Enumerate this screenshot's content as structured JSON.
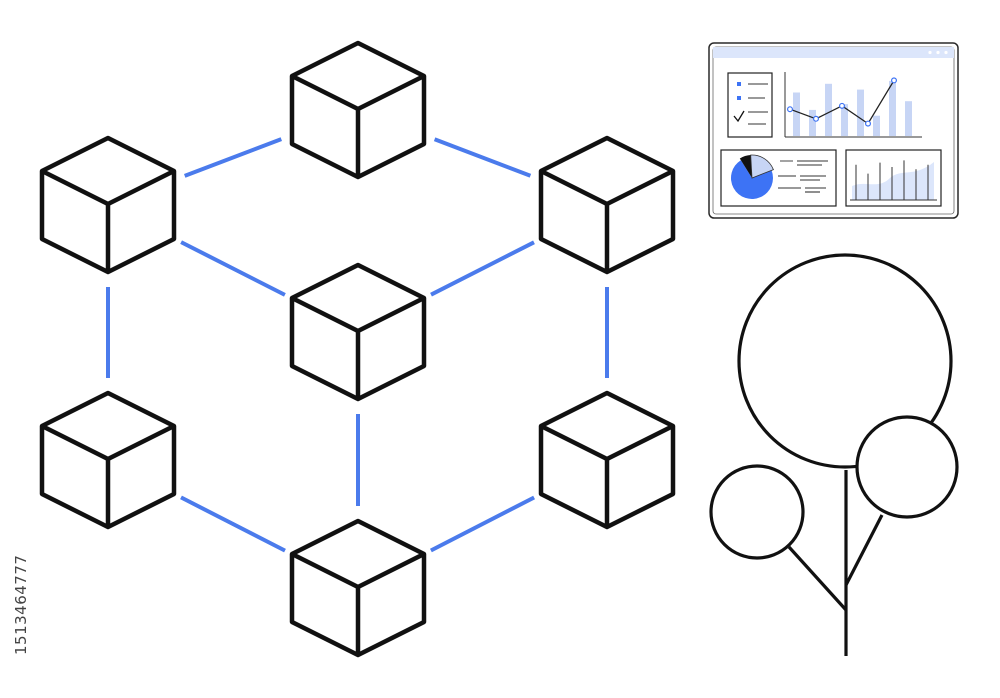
{
  "colors": {
    "outline": "#111111",
    "connector": "#4b7bec",
    "accent": "#3d73f5",
    "panel_fill": "#dce6fb",
    "soft_fill": "#c7d5f5",
    "background": "#ffffff"
  },
  "network": {
    "nodes": [
      {
        "id": "top"
      },
      {
        "id": "upper-left"
      },
      {
        "id": "upper-right"
      },
      {
        "id": "center"
      },
      {
        "id": "lower-left"
      },
      {
        "id": "lower-right"
      },
      {
        "id": "bottom"
      }
    ],
    "links": [
      [
        "top",
        "upper-left"
      ],
      [
        "top",
        "upper-right"
      ],
      [
        "upper-left",
        "center"
      ],
      [
        "upper-right",
        "center"
      ],
      [
        "upper-left",
        "lower-left"
      ],
      [
        "upper-right",
        "lower-right"
      ],
      [
        "center",
        "bottom"
      ],
      [
        "lower-left",
        "bottom"
      ],
      [
        "lower-right",
        "bottom"
      ]
    ]
  },
  "dashboard": {
    "line_chart": {
      "values": [
        0.35,
        0.15,
        0.42,
        0.05,
        0.95
      ]
    },
    "bar_chart": {
      "values": [
        0.75,
        0.45,
        0.9,
        0.55,
        0.8,
        0.35,
        0.95,
        0.6
      ]
    },
    "pie_chart": {
      "values": [
        0.72,
        0.08,
        0.2
      ]
    },
    "small_bars": {
      "values": [
        0.8,
        0.6,
        0.85,
        0.75,
        0.9,
        0.7,
        0.8
      ]
    }
  },
  "tree": {
    "crowns": [
      {
        "id": "large"
      },
      {
        "id": "medium-right"
      },
      {
        "id": "small-left"
      }
    ]
  },
  "stock_id": "1513464777"
}
